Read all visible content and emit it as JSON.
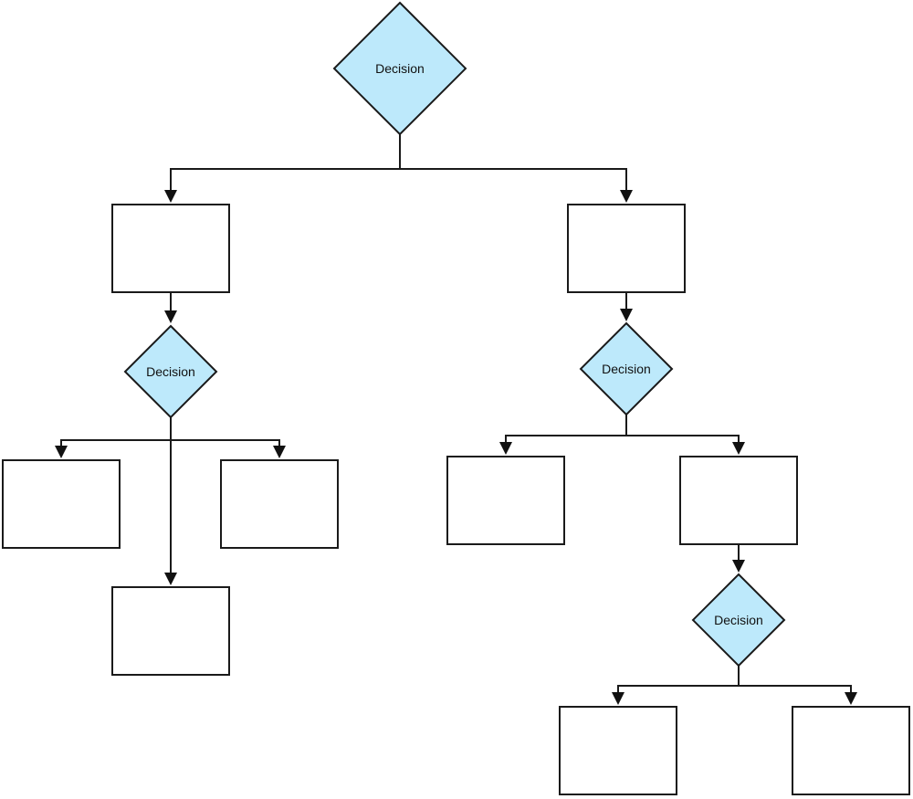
{
  "diagram": {
    "type": "flowchart",
    "colors": {
      "diamond_fill": "#bde9fb",
      "stroke": "#1a1a1a",
      "background": "#ffffff"
    },
    "nodes": [
      {
        "id": "d1",
        "shape": "diamond",
        "label": "Decision"
      },
      {
        "id": "b1",
        "shape": "rectangle",
        "label": ""
      },
      {
        "id": "b2",
        "shape": "rectangle",
        "label": ""
      },
      {
        "id": "d2",
        "shape": "diamond",
        "label": "Decision"
      },
      {
        "id": "d3",
        "shape": "diamond",
        "label": "Decision"
      },
      {
        "id": "b3",
        "shape": "rectangle",
        "label": ""
      },
      {
        "id": "b4",
        "shape": "rectangle",
        "label": ""
      },
      {
        "id": "b5",
        "shape": "rectangle",
        "label": ""
      },
      {
        "id": "b6",
        "shape": "rectangle",
        "label": ""
      },
      {
        "id": "b7",
        "shape": "rectangle",
        "label": ""
      },
      {
        "id": "d4",
        "shape": "diamond",
        "label": "Decision"
      },
      {
        "id": "b8",
        "shape": "rectangle",
        "label": ""
      },
      {
        "id": "b9",
        "shape": "rectangle",
        "label": ""
      }
    ],
    "edges": [
      {
        "from": "d1",
        "to": "b1"
      },
      {
        "from": "d1",
        "to": "b2"
      },
      {
        "from": "b1",
        "to": "d2"
      },
      {
        "from": "b2",
        "to": "d3"
      },
      {
        "from": "d2",
        "to": "b3"
      },
      {
        "from": "d2",
        "to": "b4"
      },
      {
        "from": "d2",
        "to": "b5"
      },
      {
        "from": "d3",
        "to": "b6"
      },
      {
        "from": "d3",
        "to": "b7"
      },
      {
        "from": "b7",
        "to": "d4"
      },
      {
        "from": "d4",
        "to": "b8"
      },
      {
        "from": "d4",
        "to": "b9"
      }
    ]
  }
}
